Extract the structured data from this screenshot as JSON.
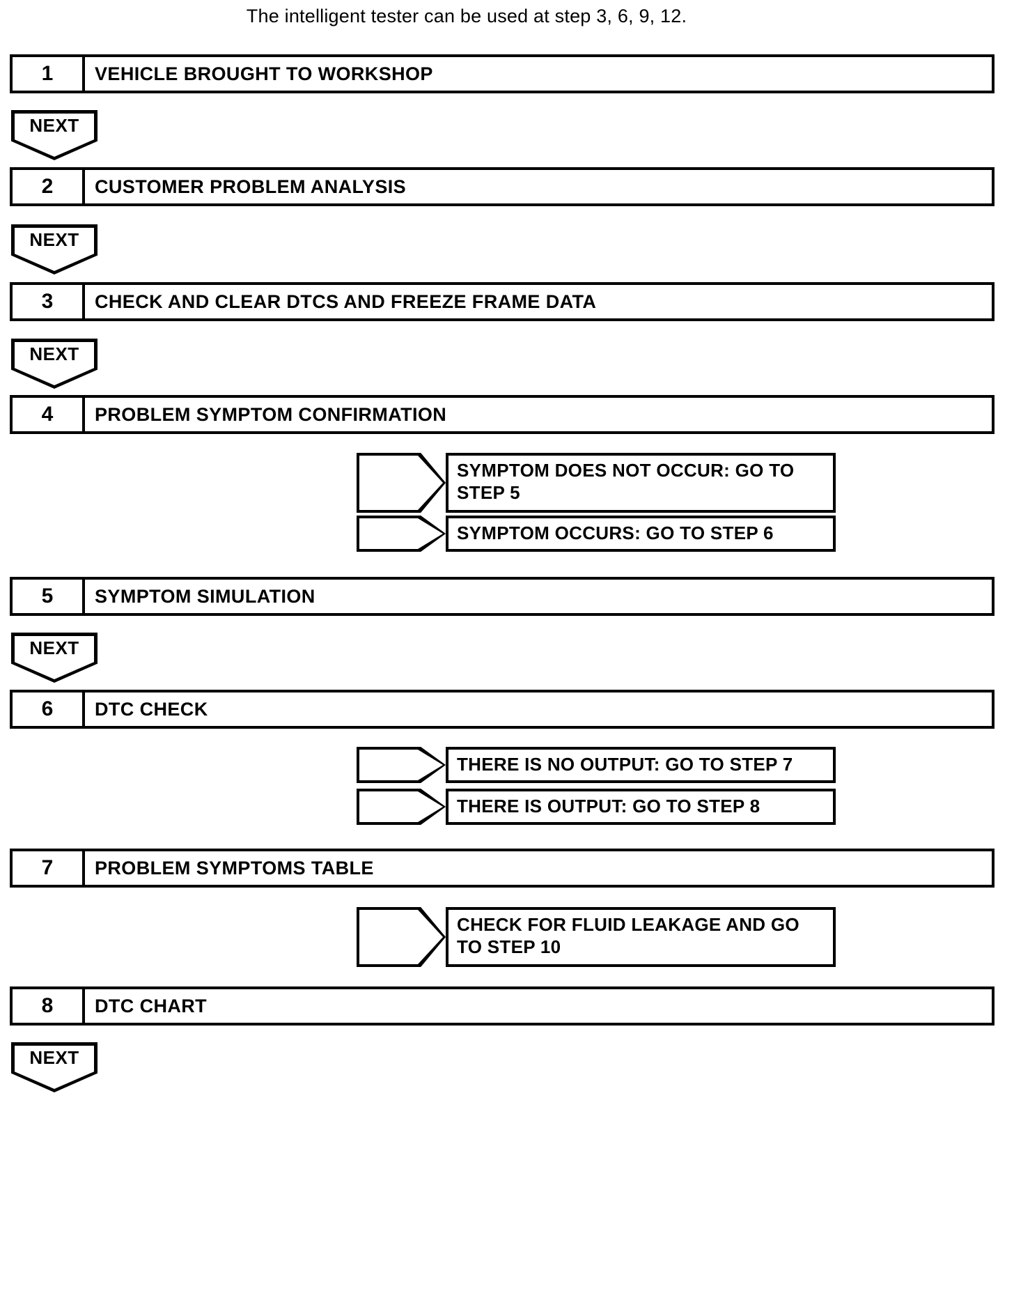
{
  "header": {
    "note": "The intelligent tester can be used at step 3, 6, 9, 12."
  },
  "flow": {
    "next_label": "NEXT",
    "steps": [
      {
        "number": "1",
        "label": "VEHICLE BROUGHT TO WORKSHOP"
      },
      {
        "number": "2",
        "label": "CUSTOMER PROBLEM ANALYSIS"
      },
      {
        "number": "3",
        "label": "CHECK AND CLEAR DTCS AND FREEZE FRAME DATA"
      },
      {
        "number": "4",
        "label": "PROBLEM SYMPTOM CONFIRMATION"
      },
      {
        "number": "5",
        "label": "SYMPTOM SIMULATION"
      },
      {
        "number": "6",
        "label": "DTC CHECK"
      },
      {
        "number": "7",
        "label": "PROBLEM SYMPTOMS TABLE"
      },
      {
        "number": "8",
        "label": "DTC CHART"
      }
    ],
    "branches": [
      {
        "after_step": "4",
        "label": "SYMPTOM DOES NOT OCCUR: GO TO STEP 5"
      },
      {
        "after_step": "4",
        "label": "SYMPTOM OCCURS: GO TO STEP 6"
      },
      {
        "after_step": "6",
        "label": "THERE IS NO OUTPUT: GO TO STEP 7"
      },
      {
        "after_step": "6",
        "label": "THERE IS OUTPUT: GO TO STEP 8"
      },
      {
        "after_step": "7",
        "label": "CHECK FOR FLUID LEAKAGE AND GO TO STEP 10"
      }
    ]
  },
  "colors": {
    "ink": "#000000",
    "paper": "#ffffff"
  }
}
